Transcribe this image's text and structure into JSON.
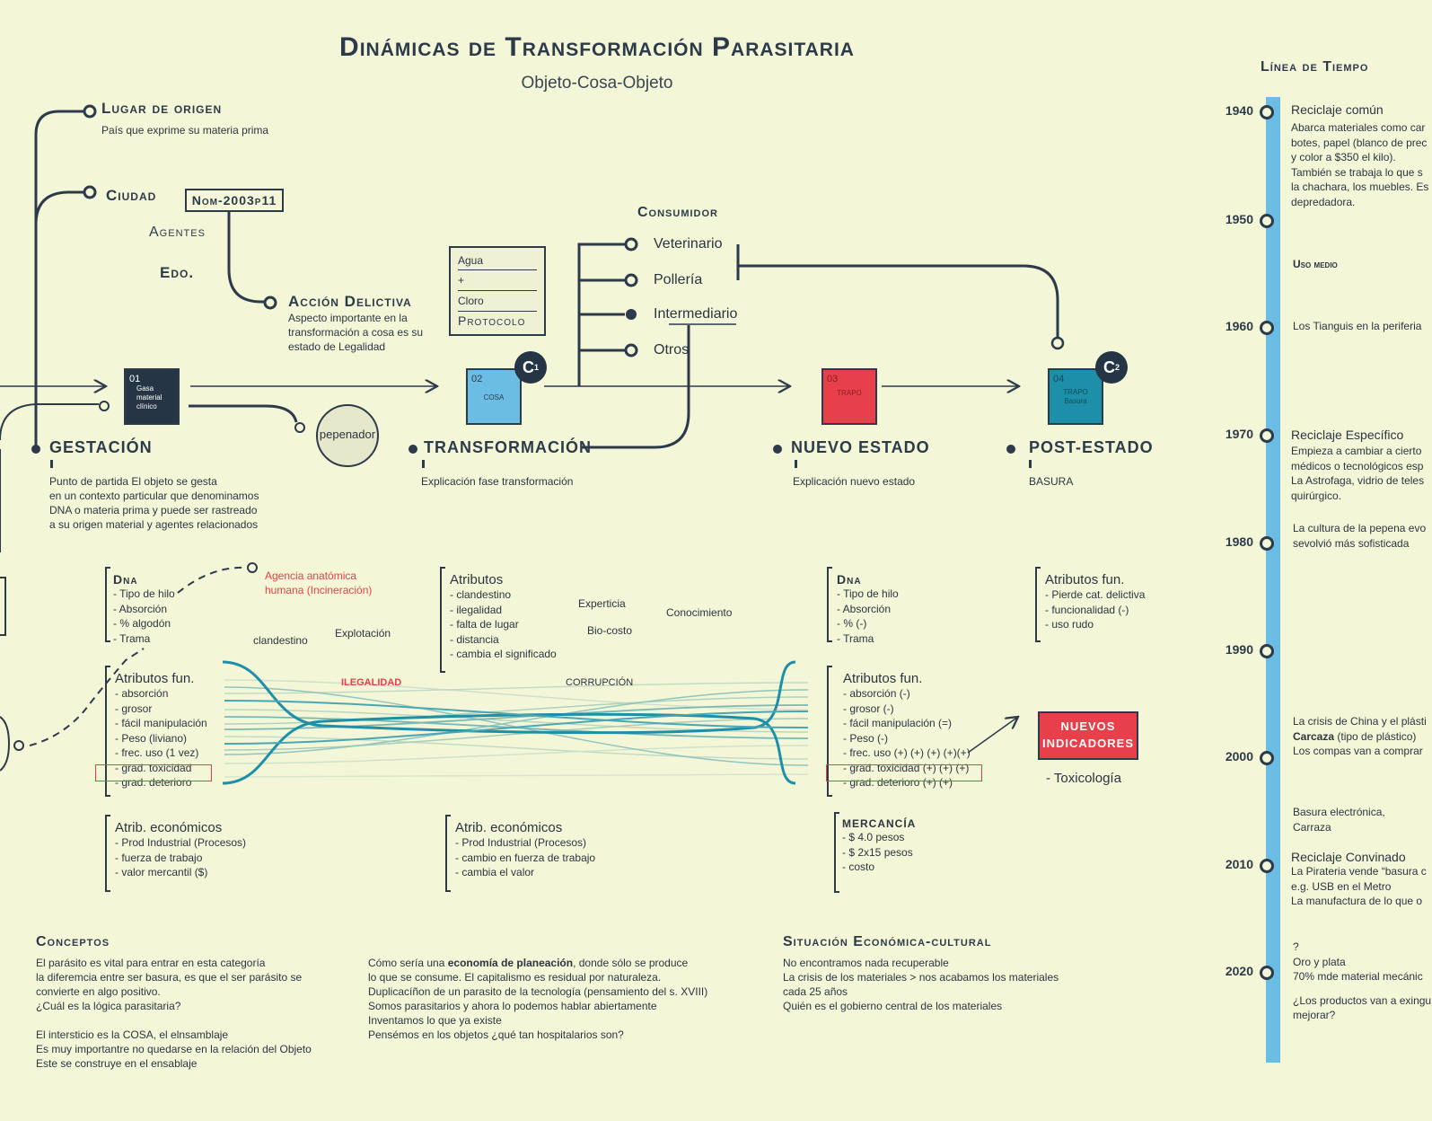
{
  "header": {
    "title": "Dinámicas de Transformación Parasitaria",
    "subtitle": "Objeto-Cosa-Objeto"
  },
  "origin": {
    "lugar_title": "Lugar de origen",
    "lugar_desc": "País que exprime su materia prima",
    "ciudad": "Ciudad",
    "agentes": "Agentes",
    "edo": "Edo.",
    "nom": "Nom-2003p11",
    "accion_title": "Acción Delictiva",
    "accion_desc": [
      "Aspecto importante en la",
      "transformación a cosa es su",
      "estado de Legalidad"
    ]
  },
  "protocolo": {
    "rows": [
      "Agua",
      "+",
      "Cloro"
    ],
    "label": "Protocolo"
  },
  "consumidor": {
    "title": "Consumidor",
    "items": [
      "Veterinario",
      "Pollería",
      "Intermediario",
      "Otros"
    ]
  },
  "objects": [
    {
      "num": "01",
      "label": "Gasa material clínico",
      "color": "#263546",
      "text_color": "#ffffff"
    },
    {
      "num": "02",
      "label": "COSA",
      "color": "#6bbde4",
      "text_color": "#2d3a4a"
    },
    {
      "num": "03",
      "label": "TRAPO",
      "color": "#e8404a",
      "text_color": "#8a1e25"
    },
    {
      "num": "04",
      "label": "TRAPO Basura",
      "color": "#1e8fa8",
      "text_color": "#0d4d5c"
    }
  ],
  "c_badges": {
    "c1": "C",
    "c1_sup": "1",
    "c2": "C",
    "c2_sup": "2"
  },
  "pepenador": "pepenador",
  "phases": [
    {
      "title": "GESTACIÓN",
      "desc": [
        "Punto de partida El objeto se gesta",
        "en un contexto particular que denominamos",
        "DNA o materia prima y puede ser rastreado",
        "a su origen material y agentes relacionados"
      ]
    },
    {
      "title": "TRANSFORMACIÓN",
      "desc": [
        "Explicación fase transformación"
      ]
    },
    {
      "title": "NUEVO ESTADO",
      "desc": [
        "Explicación nuevo estado"
      ]
    },
    {
      "title": "POST-ESTADO",
      "desc": [
        "BASURA"
      ]
    }
  ],
  "dna_left": {
    "title": "Dna",
    "items": [
      "- Tipo de hilo",
      "- Absorción",
      "- % algodón",
      "- Trama"
    ]
  },
  "agencia": [
    "Agencia anatómica",
    "humana (Incineración)"
  ],
  "floating_words": {
    "clandestino": "clandestino",
    "explotacion": "Explotación",
    "experticia": "Experticia",
    "conocimiento": "Conocimiento",
    "biocosto": "Bio-costo",
    "ilegalidad": "ILEGALIDAD",
    "corrupcion": "CORRUPCIÓN"
  },
  "atributos_mid": {
    "title": "Atributos",
    "items": [
      "- clandestino",
      "- ilegalidad",
      "- falta de lugar",
      "- distancia",
      "- cambia el  significado"
    ]
  },
  "dna_right": {
    "title": "Dna",
    "items": [
      "- Tipo de hilo",
      "- Absorción",
      "- % (-)",
      "- Trama"
    ]
  },
  "atrib_fun_post": {
    "title": "Atributos fun.",
    "items": [
      "- Pierde cat. delictiva",
      "- funcionalidad (-)",
      "- uso rudo"
    ]
  },
  "atrib_fun_left": {
    "title": "Atributos fun.",
    "items": [
      "- absorción",
      "- grosor",
      "- fácil manipulación",
      "- Peso (liviano)",
      "- frec. uso (1 vez)",
      "- grad. toxicidad",
      "- grad. deterioro"
    ]
  },
  "atrib_fun_right": {
    "title": "Atributos fun.",
    "items": [
      "- absorción  (-)",
      "- grosor (-)",
      "- fácil manipulación (=)",
      "- Peso (-)",
      "- frec. uso (+) (+) (+) (+)(+)",
      "- grad. toxicidad (+) (+) (+)",
      "- grad. deterioro (+) (+)"
    ]
  },
  "nuevos": {
    "label_1": "NUEVOS",
    "label_2": "INDICADORES",
    "toxicologia": "- Toxicología"
  },
  "atrib_eco_left": {
    "title": "Atrib. económicos",
    "items": [
      "- Prod Industrial (Procesos)",
      "- fuerza de trabajo",
      "- valor mercantil ($)"
    ]
  },
  "atrib_eco_mid": {
    "title": "Atrib. económicos",
    "items": [
      "- Prod Industrial (Procesos)",
      "- cambio en fuerza de trabajo",
      "- cambia el valor"
    ]
  },
  "mercancia": {
    "title": "MERCANCÍA",
    "items": [
      "- $ 4.0 pesos",
      "- $ 2x15 pesos",
      "- costo"
    ]
  },
  "conceptos": {
    "title": "Conceptos",
    "col1": [
      "El parásito es vital para entrar en esta categoría",
      "la diferemcia entre ser basura, es que el ser parásito se",
      "convierte en algo positivo.",
      "¿Cuál es la lógica parasitaria?",
      "",
      "El intersticio es la COSA, el elnsamblaje",
      "Es muy importantre no quedarse en la relación del Objeto",
      "Este se construye en el ensablaje"
    ],
    "col2_first_pre": "Cómo sería una ",
    "col2_first_bold": "economía de planeación",
    "col2_first_post": ", donde sólo se  produce",
    "col2": [
      "lo que se consume. El capitalismo es residual por naturaleza.",
      "Duplicacíñon de un parasito de la tecnología (pensamiento del s. XVIII)",
      "Somos parasitarios y ahora lo podemos hablar abiertamente",
      "Inventamos lo que ya existe",
      "Pensémos en los objetos ¿qué tan hospitalarios son?"
    ]
  },
  "situacion": {
    "title": "Situación Económica-cultural",
    "lines": [
      "No encontramos nada recuperable",
      "La crisis de los materiales > nos acabamos los materiales",
      "cada 25 años",
      "Quién es el gobierno central de los materiales"
    ]
  },
  "timeline": {
    "title": "Línea de Tiempo",
    "bar_color": "#6bbde4",
    "years": [
      "1940",
      "1950",
      "1960",
      "1970",
      "1980",
      "1990",
      "2000",
      "2010",
      "2020"
    ],
    "e1940_head": "Reciclaje común",
    "e1940_lines": [
      "Abarca materiales como car",
      "botes, papel (blanco de prec",
      "y color a $350 el kilo).",
      "También se trabaja lo que s",
      "la chachara, los muebles. Es",
      "depredadora."
    ],
    "uso_medio": "Uso medio",
    "e1960": "Los Tianguis en la periferia",
    "e1970_head": "Reciclaje Específico",
    "e1970_lines": [
      "Empieza a cambiar a cierto",
      "médicos o tecnológicos esp",
      "La Astrofaga, vidrio de teles",
      "quirúrgico."
    ],
    "e1980_lines": [
      "La cultura de la pepena evo",
      "sevolvió más sofisticada"
    ],
    "e2000_line1": "La crisis de China y el plásti",
    "e2000_bold": "Carcaza",
    "e2000_rest": " (tipo de plástico)",
    "e2000_line3": "Los compas van a comprar",
    "e2005_lines": [
      "Basura electrónica,",
      "Carraza"
    ],
    "e2010_head": "Reciclaje Convinado",
    "e2010_lines": [
      "La Pirateria vende “basura c",
      "e.g. USB en el Metro",
      "La manufactura de lo que o"
    ],
    "e2020_lines": [
      "?",
      "Oro y plata",
      "70% mde material mecánic"
    ],
    "e2020_q": [
      "¿Los productos van a exingu",
      "mejorar?"
    ]
  }
}
